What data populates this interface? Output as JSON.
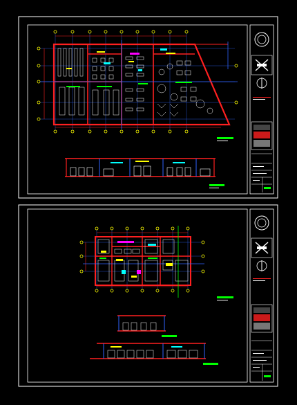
{
  "colors": {
    "background": "#000000",
    "sheet_frame": "#ffffff",
    "wall": "#ff2020",
    "grid_line": "#2f63ff",
    "grid_bubble": "#ffff00",
    "dimension": "#00ff00",
    "furniture": "#ffffff",
    "accent_cyan": "#00ffff",
    "accent_magenta": "#ff00ff",
    "title_label": "#00ff00"
  },
  "sheets": [
    {
      "id": "sheet-1",
      "drawings": [
        "floor-plan",
        "longitudinal-section"
      ],
      "title_block": [
        "logo-seal",
        "north-arrow",
        "plan-thumbnail",
        "revision-table"
      ]
    },
    {
      "id": "sheet-2",
      "drawings": [
        "floor-plan",
        "cross-section",
        "longitudinal-section"
      ],
      "title_block": [
        "logo-seal",
        "north-arrow",
        "plan-thumbnail",
        "revision-table"
      ]
    }
  ]
}
